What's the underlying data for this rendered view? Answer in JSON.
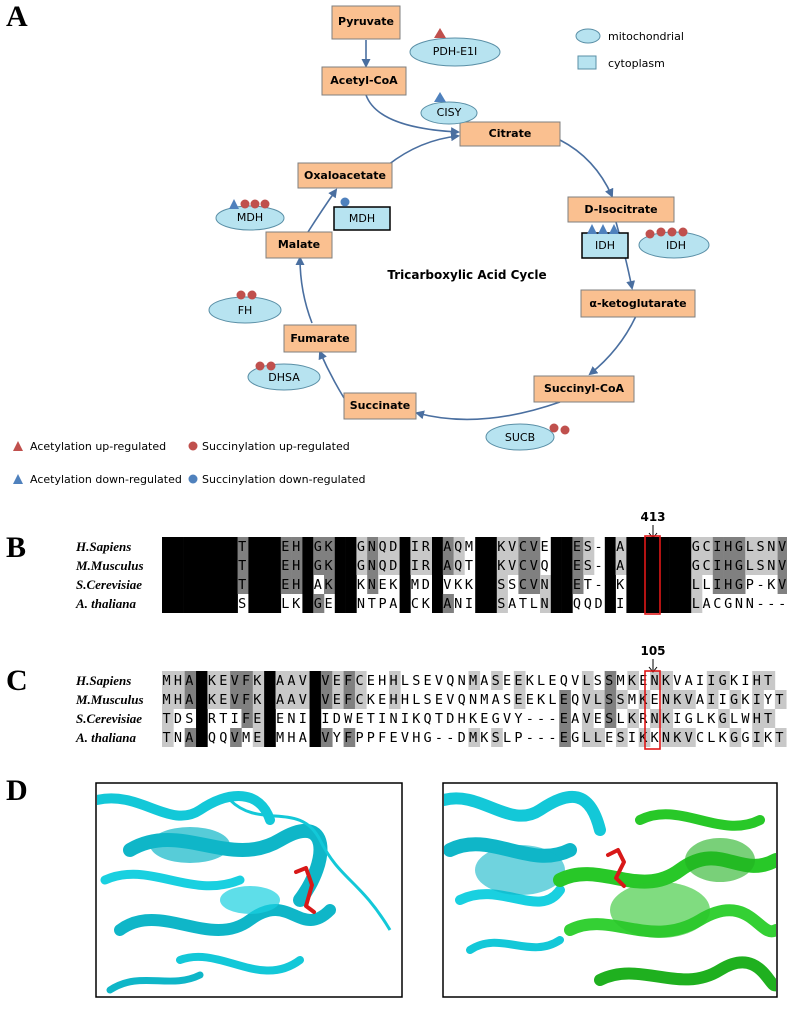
{
  "panels": {
    "a": "A",
    "b": "B",
    "c": "C",
    "d": "D"
  },
  "tca": {
    "center_title": "Tricarboxylic Acid Cycle",
    "metabolites": {
      "pyruvate": "Pyruvate",
      "acetyl_coa": "Acetyl-CoA",
      "citrate": "Citrate",
      "d_isocitrate": "D-Isocitrate",
      "alpha_kg": "α-ketoglutarate",
      "succinyl_coa": "Succinyl-CoA",
      "succinate": "Succinate",
      "fumarate": "Fumarate",
      "malate": "Malate",
      "oxaloacetate": "Oxaloacetate"
    },
    "enzymes": {
      "pdh": "PDH-E1I",
      "cisy": "CISY",
      "mdh_mito": "MDH",
      "mdh_cyto": "MDH",
      "idh_cyto": "IDH",
      "idh_mito": "IDH",
      "fh": "FH",
      "dhsa": "DHSA",
      "sucb": "SUCB"
    },
    "legend": {
      "mitochondrial": "mitochondrial",
      "cytoplasm": "cytoplasm",
      "acet_up": "Acetylation up-regulated",
      "succ_up": "Succinylation up-regulated",
      "acet_down": "Acetylation down-regulated",
      "succ_down": "Succinylation down-regulated"
    },
    "colors": {
      "metabolite_box": "#fac090",
      "enzyme_fill": "#b7e3f0",
      "acetylation_up": "#c0504d",
      "acetylation_down": "#4f81bd",
      "succinylation_up": "#c0504d",
      "succinylation_down": "#4f81bd",
      "arrow": "#4a6fa0"
    }
  },
  "alignment_b": {
    "position": "413",
    "rows": [
      {
        "species": "H.Sapiens",
        "seq": "IASIFAWTRGLEHRGKLDGNQDLIRFAQMLEKVCVETVES-GAMTKDLAGCIHGLSNV"
      },
      {
        "species": "M.Musculus",
        "seq": "IASIFAWTRGLEHRGKLDGNQDLIRFAQTLEKVCVQTVES-GAMTKDLAGCIHGLSNV"
      },
      {
        "species": "S.Cerevisiae",
        "seq": "IASIFAWTRGLEHRAKLDKNEKLMDFVKKLESSCVNTVET-GKMTKDLALLIHGP-KV"
      },
      {
        "species": "A. thaliana",
        "seq": "IASIFAWSRGLLKRGELDNTPALCKFANILESATLNTVQQDGIMTKDLALACGNN---"
      }
    ]
  },
  "alignment_c": {
    "position": "105",
    "rows": [
      {
        "species": "H.Sapiens",
        "seq": "MHAVKEVFKAAAVPVEFCEHHLSEVQNMASEEKLEQVLSSMKENKVAIIGKIHT"
      },
      {
        "species": "M.Musculus",
        "seq": "MHAVKEVFKAAAVPVEFCKEHHLSEVQNMASEEKLEQVLSSMKENKVAIIGKIYT"
      },
      {
        "species": "S.Cerevisiae",
        "seq": "TDSVRTIFEAENIPIDWETINIKQTDHKEGVY---EAVESLKRNKIGLKGLWHT"
      },
      {
        "species": "A. thaliana",
        "seq": "TNAVQQVMEAMHAPVYFPPFEVHG--DMKSLP---EGLLESIKKNKVCLKGGIKT"
      }
    ]
  }
}
